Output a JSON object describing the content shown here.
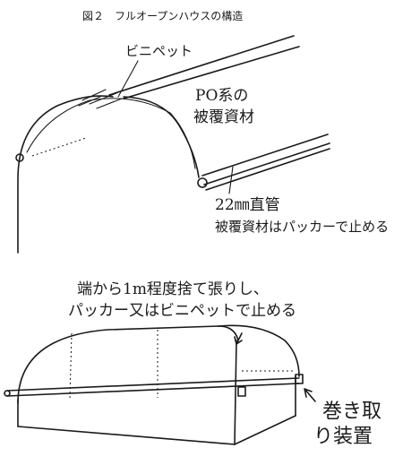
{
  "figure": {
    "caption": "図２　フルオープンハウスの構造"
  },
  "top_diagram": {
    "vinyl_pet_label": "ビニペット",
    "film_label_line1": "PO系の",
    "film_label_line2": "被覆資材",
    "pipe_label": "22㎜直管",
    "packer_note": "被覆資材はパッカーで止める"
  },
  "bottom_diagram": {
    "note_line1": "端から1m程度捨て張りし、",
    "note_line2": "パッカー又はビニペットで止める",
    "winder_label_line1": "巻き取",
    "winder_label_line2": "り装置"
  }
}
